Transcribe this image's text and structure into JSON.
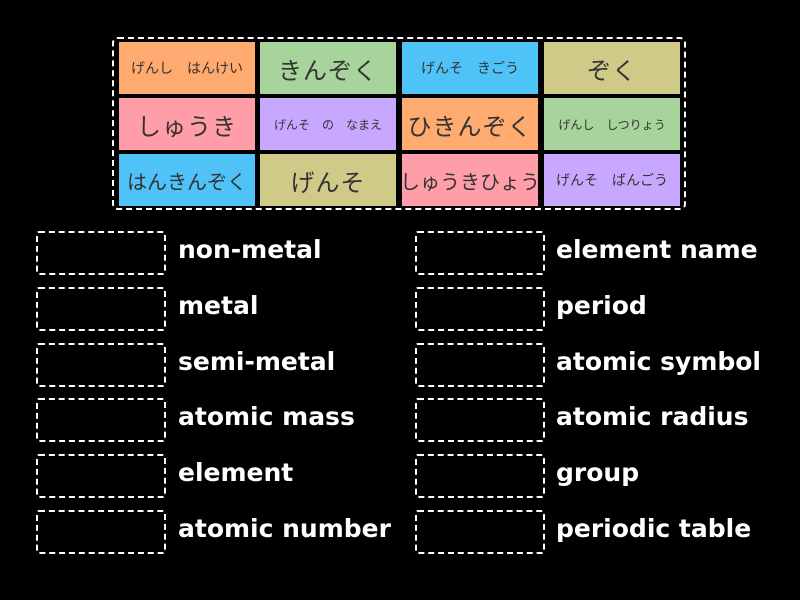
{
  "tiles": [
    {
      "text": "げんし　はんけい",
      "color": "#ffaa6e"
    },
    {
      "text": "きんぞく",
      "color": "#a6d49a"
    },
    {
      "text": "げんそ　きごう",
      "color": "#4fc3f7"
    },
    {
      "text": "ぞく",
      "color": "#cfca88"
    },
    {
      "text": "しゅうき",
      "color": "#ff9ea8"
    },
    {
      "text": "げんそ　の　なまえ",
      "color": "#c8a8ff"
    },
    {
      "text": "ひきんぞく",
      "color": "#ffaa6e"
    },
    {
      "text": "げんし　しつりょう",
      "color": "#a6d49a"
    },
    {
      "text": "はんきんぞく",
      "color": "#4fc3f7"
    },
    {
      "text": "げんそ",
      "color": "#cfca88"
    },
    {
      "text": "しゅうきひょう",
      "color": "#ff9ea8"
    },
    {
      "text": "げんそ　ばんごう",
      "color": "#c8a8ff"
    }
  ],
  "targets": {
    "left": [
      "non-metal",
      "metal",
      "semi-metal",
      "atomic mass",
      "element",
      "atomic number"
    ],
    "right": [
      "element name",
      "period",
      "atomic symbol",
      "atomic radius",
      "group",
      "periodic table"
    ]
  }
}
